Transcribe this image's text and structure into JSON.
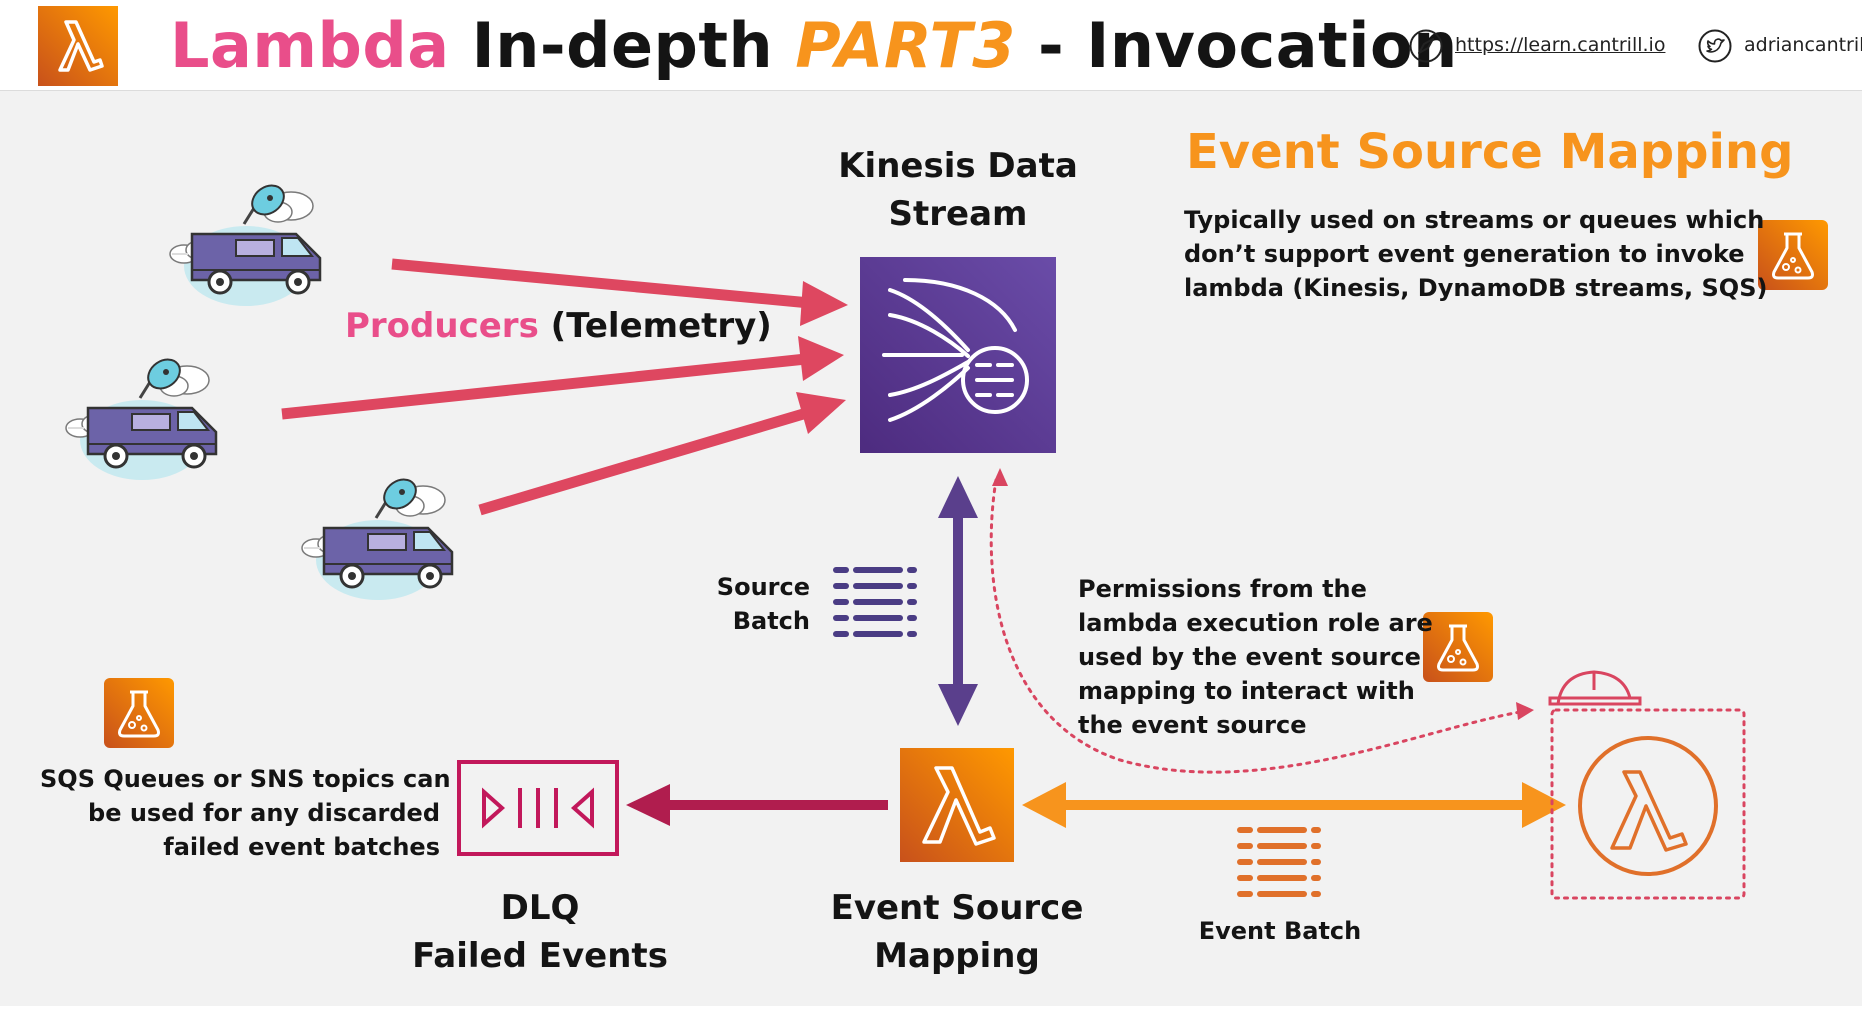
{
  "header": {
    "title_part1": "Lambda",
    "title_part2": " In-depth ",
    "title_part3": "PART3",
    "title_part4": " - Invocation",
    "website": "https://learn.cantrill.io",
    "twitter": "adriancantrill"
  },
  "kinesis": {
    "line1": "Kinesis Data",
    "line2": "Stream"
  },
  "producers": {
    "label_colored": "Producers",
    "label_rest": " (Telemetry)"
  },
  "esm_panel": {
    "title": "Event Source Mapping",
    "desc_line1": "Typically used on streams or queues which",
    "desc_line2": "don’t support event generation to invoke",
    "desc_line3": "lambda (Kinesis, DynamoDB streams, SQS)"
  },
  "source_batch": {
    "line1": "Source",
    "line2": "Batch"
  },
  "permissions": {
    "line1": "Permissions from the",
    "line2": "lambda execution role are",
    "line3": "used by the event source",
    "line4": "mapping to interact with",
    "line5": "the event source"
  },
  "dlq_note": {
    "line1": "SQS Queues or SNS topics can",
    "line2": "be used for any discarded",
    "line3": "failed event batches"
  },
  "dlq": {
    "line1": "DLQ",
    "line2": "Failed Events"
  },
  "esm": {
    "line1": "Event Source",
    "line2": "Mapping"
  },
  "event_batch": {
    "label": "Event Batch"
  },
  "icons": {
    "lambda": "lambda-icon",
    "kinesis": "kinesis-data-stream-icon",
    "flask": "flask-icon",
    "van": "satellite-van-icon",
    "dlq": "dead-letter-queue-icon",
    "helmet": "hard-hat-icon",
    "compass": "compass-icon",
    "twitter": "twitter-icon"
  },
  "colors": {
    "pink": "#e94e8a",
    "orange": "#f7941d",
    "red_arrow": "#de4760",
    "purple": "#5a3f8c",
    "dlq": "#c2185b"
  }
}
